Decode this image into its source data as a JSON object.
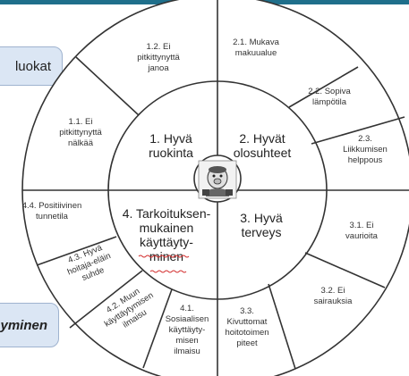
{
  "side_labels": {
    "top": "luokat",
    "bottom": "yminen"
  },
  "center_icon": "pig-mascot-icon",
  "inner": [
    {
      "id": "i1",
      "lines": [
        "1. Hyvä",
        "ruokinta"
      ]
    },
    {
      "id": "i2",
      "lines": [
        "2. Hyvät",
        "olosuhteet"
      ]
    },
    {
      "id": "i3",
      "lines": [
        "3. Hyvä",
        "terveys"
      ]
    },
    {
      "id": "i4",
      "lines": [
        "4. Tarkoituksen-",
        "mukainen",
        "käyttäyty-",
        "minen"
      ]
    }
  ],
  "outer": [
    {
      "id": "o12",
      "lines": [
        "1.2. Ei",
        "pitkittynyttä",
        "janoa"
      ]
    },
    {
      "id": "o21",
      "lines": [
        "2.1. Mukava",
        "makuualue"
      ]
    },
    {
      "id": "o22",
      "lines": [
        "2.2. Sopiva",
        "lämpötila"
      ]
    },
    {
      "id": "o23",
      "lines": [
        "2.3.",
        "Liikkumisen",
        "helppous"
      ]
    },
    {
      "id": "o31",
      "lines": [
        "3.1. Ei",
        "vaurioita"
      ]
    },
    {
      "id": "o32",
      "lines": [
        "3.2. Ei",
        "sairauksia"
      ]
    },
    {
      "id": "o33",
      "lines": [
        "3.3.",
        "Kivuttomat",
        "hoitotoimen",
        "piteet"
      ]
    },
    {
      "id": "o41",
      "lines": [
        "4.1.",
        "Sosiaalisen",
        "käyttäyty-",
        "misen",
        "ilmaisu"
      ]
    },
    {
      "id": "o42",
      "lines": [
        "4.2. Muun",
        "käyttäytymisen",
        "ilmaisu"
      ]
    },
    {
      "id": "o43",
      "lines": [
        "4.3. Hyvä",
        "hoitaja-eläin",
        "suhde"
      ]
    },
    {
      "id": "o44",
      "lines": [
        "4.4. Positiivinen",
        "tunnetila"
      ]
    },
    {
      "id": "o11",
      "lines": [
        "1.1. Ei",
        "pitkittynyttä",
        "nälkää"
      ]
    }
  ],
  "colors": {
    "line": "#333333",
    "side_box": "#dbe6f4",
    "topbar": "#1f6f8b",
    "underline": "#d22b2b"
  }
}
